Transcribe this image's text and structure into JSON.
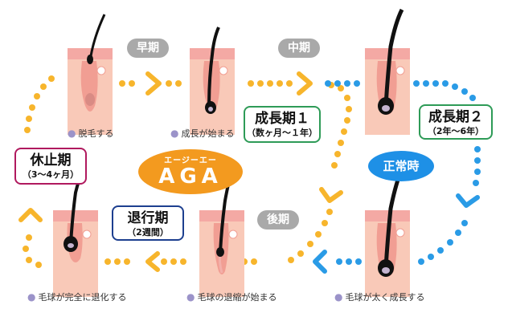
{
  "phases": {
    "early": "早期",
    "middle": "中期",
    "late": "後期"
  },
  "stages": {
    "anagen1": {
      "title": "成長期１",
      "sub": "（数ヶ月〜１年）"
    },
    "anagen2": {
      "title": "成長期２",
      "sub": "（2年〜6年）"
    },
    "catagen": {
      "title": "退行期",
      "sub": "（2週間）"
    },
    "telogen": {
      "title": "休止期",
      "sub": "（3〜4ヶ月）"
    }
  },
  "captions": {
    "shedding": "脱毛する",
    "growth_start": "成長が始まる",
    "thick_growth": "毛球が太く成長する",
    "shrink_start": "毛球の退縮が始まる",
    "full_regress": "毛球が完全に退化する"
  },
  "aga": {
    "ruby": "エージーエー",
    "label": "AGA"
  },
  "normal_label": "正常時",
  "colors": {
    "aga_orange": "#f39a1f",
    "normal_blue": "#1e90e6",
    "anagen_green": "#2e9b57",
    "catagen_navy": "#1d3f8f",
    "telogen_magenta": "#b0195e",
    "phase_gray": "#a9a9a9",
    "skin": "#f9c9b8",
    "skin_top": "#f4a9a4"
  }
}
